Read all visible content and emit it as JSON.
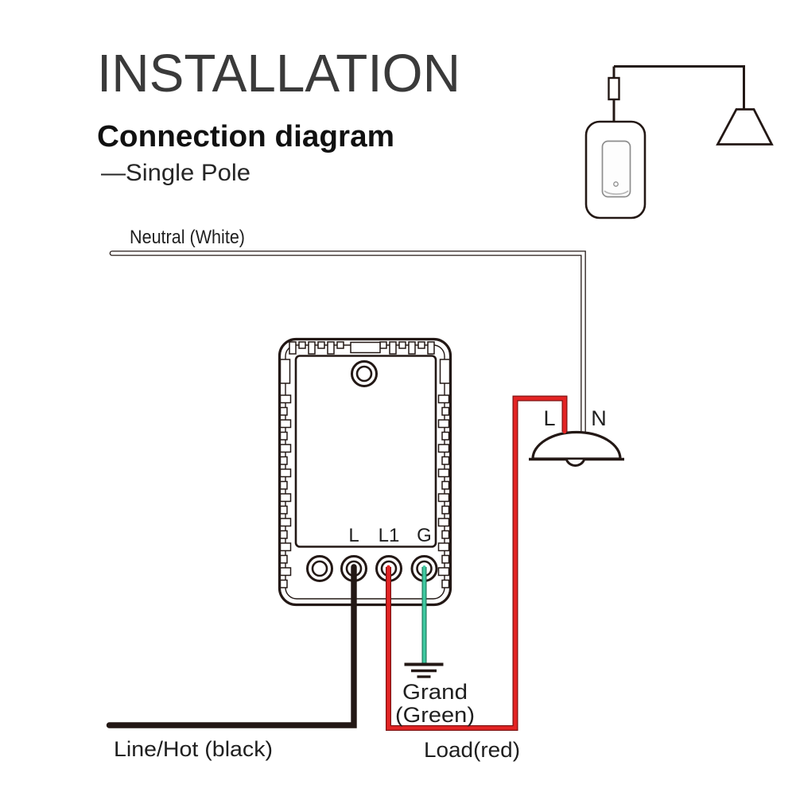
{
  "header": {
    "title": "INSTALLATION",
    "subtitle": "Connection diagram",
    "variant": "—Single Pole"
  },
  "wires": {
    "neutral_label": "Neutral (White)",
    "line_label": "Line/Hot (black)",
    "load_label": "Load(red)",
    "ground_label_line1": "Grand",
    "ground_label_line2": "(Green)"
  },
  "device": {
    "terminals": [
      "L",
      "L1",
      "G"
    ]
  },
  "lamp": {
    "live_label": "L",
    "neutral_label": "N"
  },
  "figures": {
    "wall_switch": "wall-switch",
    "pendant_lamp": "pendant-lamp",
    "switch_module": "smart-switch-module",
    "ceiling_lamp": "ceiling-lamp",
    "ground_symbol": "ground-symbol"
  },
  "colors": {
    "outline": "#231815",
    "wire_black": "#231815",
    "wire_red": "#e32424",
    "wire_green": "#3fc9a0",
    "wire_white": "#ffffff",
    "text": "#1f1f1f"
  }
}
